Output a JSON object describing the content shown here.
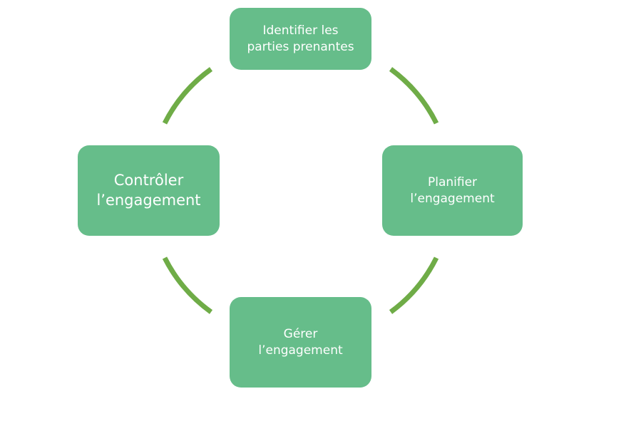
{
  "colors": {
    "node_fill": "#66bd8a",
    "arc_stroke": "#6fac47",
    "text": "#ffffff"
  },
  "nodes": {
    "top": {
      "label": "Identifier les\nparties prenantes"
    },
    "right": {
      "label": "Planifier\nl’engagement"
    },
    "bottom": {
      "label": "Gérer\nl’engagement"
    },
    "left": {
      "label": "Contrôler\nl’engagement"
    }
  }
}
